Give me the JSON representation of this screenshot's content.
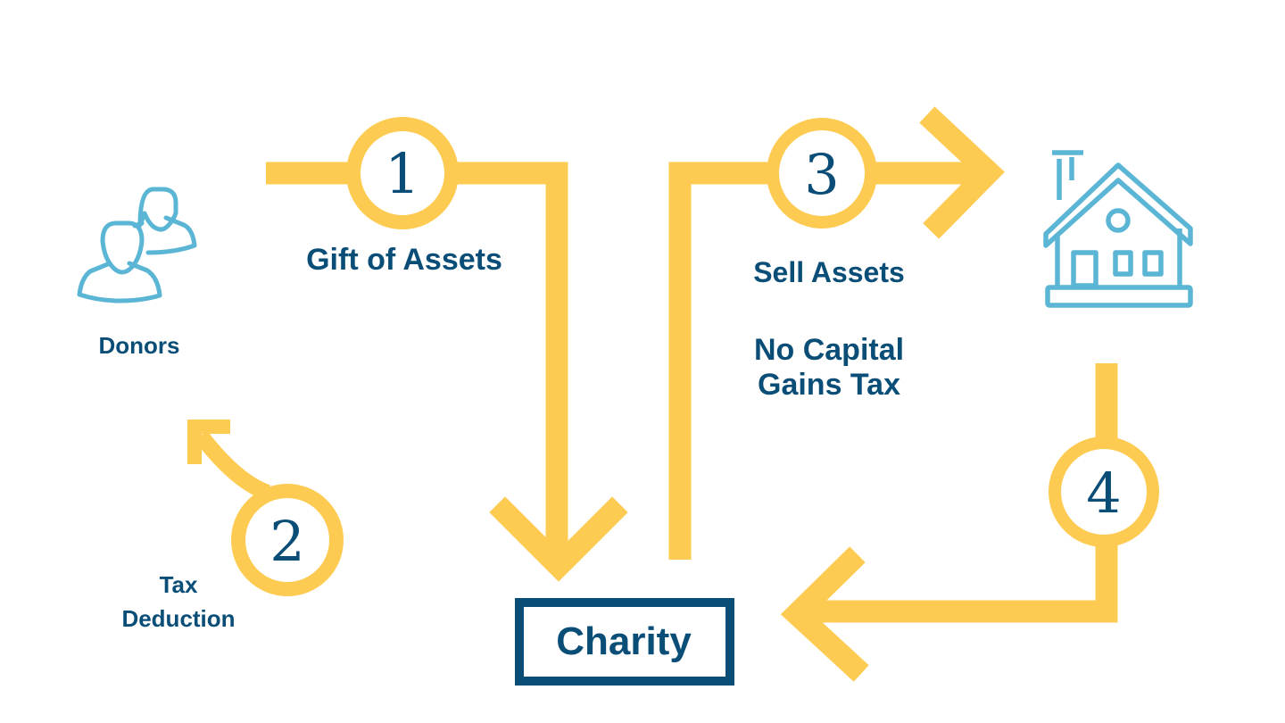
{
  "colors": {
    "flow": "#FECB52",
    "text": "#0A4E78",
    "icon": "#5BB5D5"
  },
  "steps": [
    {
      "number": "1",
      "label": "Gift of Assets"
    },
    {
      "number": "2",
      "label_line1": "Tax",
      "label_line2": "Deduction"
    },
    {
      "number": "3",
      "label": "Sell Assets",
      "note_line1": "No Capital",
      "note_line2": "Gains Tax"
    },
    {
      "number": "4"
    }
  ],
  "donors": {
    "label": "Donors",
    "icon": "users-icon"
  },
  "charity": {
    "label": "Charity"
  },
  "asset": {
    "icon": "house-icon"
  }
}
